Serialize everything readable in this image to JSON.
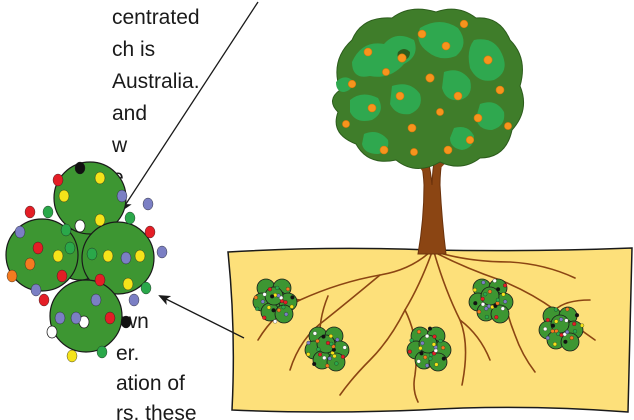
{
  "text_lines": [
    "centrated",
    "ch is",
    "Australia.",
    "and",
    "w",
    "e",
    "wn",
    "er.",
    "ation of",
    "rs, these"
  ],
  "colors": {
    "soil_fill": "#fde07a",
    "soil_stroke": "#1a1a1a",
    "trunk": "#8b4513",
    "canopy_dark": "#3f7d2a",
    "canopy_light": "#2fa84f",
    "fruit": "#f7941d",
    "cluster_sphere": "#3d9632",
    "arrow": "#1a1a1a"
  },
  "bead_colors": [
    "#e41e26",
    "#f5e31a",
    "#2aa84a",
    "#7b7fc4",
    "#f47b20",
    "#ffffff",
    "#111111"
  ],
  "icons": {
    "tree": "tree-icon",
    "cluster": "spore-cluster-icon",
    "arrow": "arrow-icon"
  }
}
